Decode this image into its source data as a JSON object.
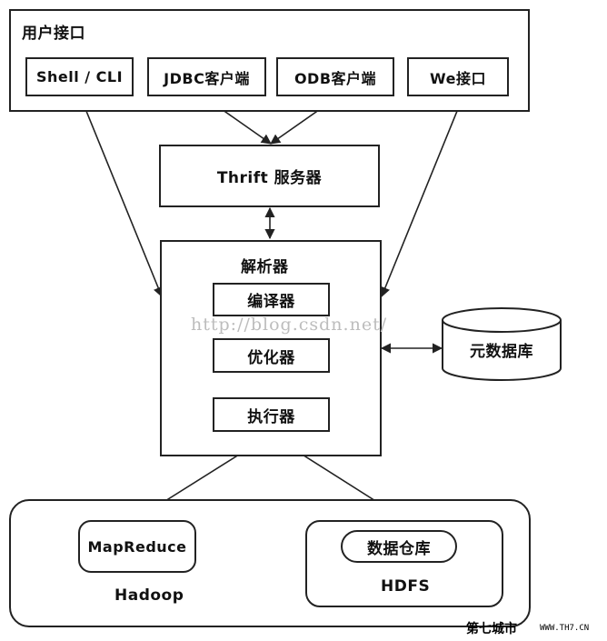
{
  "user_interface": {
    "title": "用户接口",
    "items": [
      {
        "label": "Shell / CLI"
      },
      {
        "label": "JDBC客户端"
      },
      {
        "label": "ODB客户端"
      },
      {
        "label": "We接口"
      }
    ]
  },
  "thrift_server": {
    "label": "Thrift  服务器"
  },
  "parser": {
    "title": "解析器",
    "components": [
      {
        "label": "编译器"
      },
      {
        "label": "优化器"
      },
      {
        "label": "执行器"
      }
    ]
  },
  "metastore": {
    "label": "元数据库"
  },
  "hadoop": {
    "title": "Hadoop",
    "mapreduce": {
      "label": "MapReduce"
    },
    "hdfs": {
      "title": "HDFS",
      "warehouse": {
        "label": "数据仓库"
      }
    }
  },
  "watermark": {
    "text": "http://blog.csdn.net/"
  },
  "footer": {
    "logo": "第七城市",
    "url": "WWW.TH7.CN"
  },
  "colors": {
    "stroke": "#222222",
    "watermark": "#bdbdbd"
  }
}
